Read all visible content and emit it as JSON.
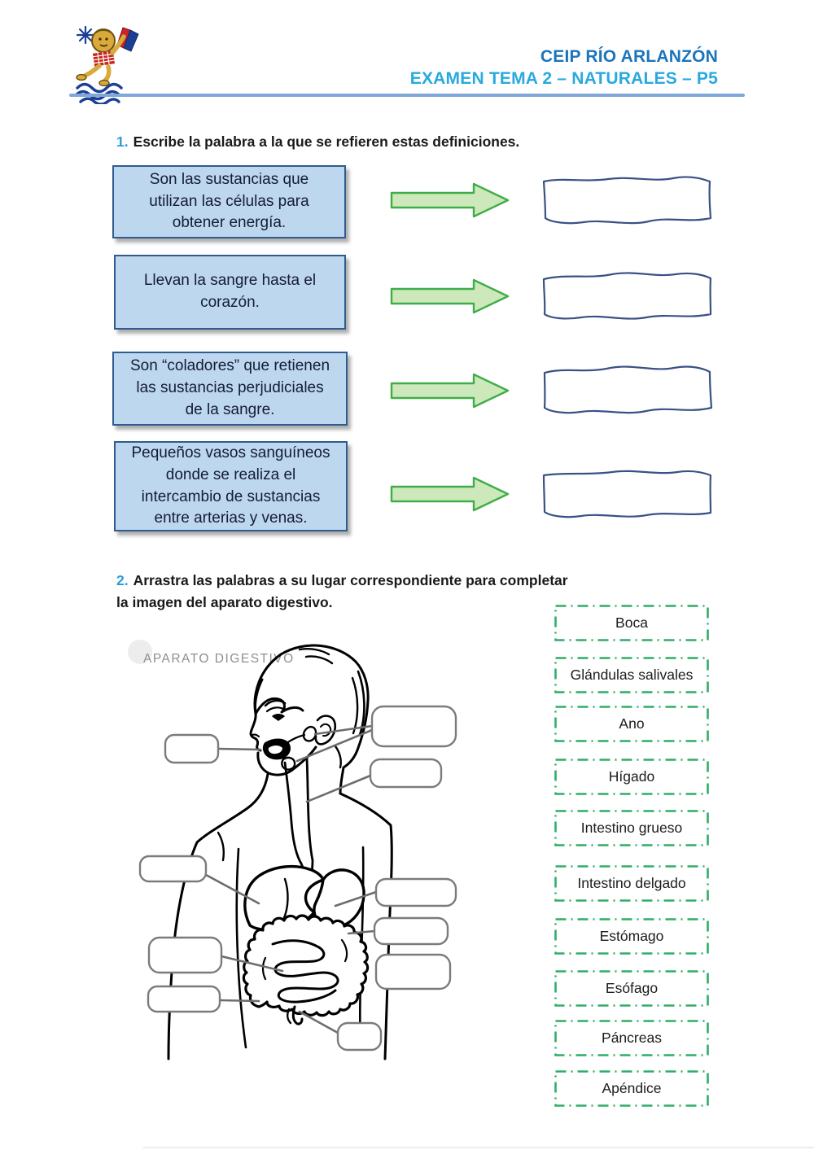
{
  "header": {
    "school_name": "CEIP RÍO ARLANZÓN",
    "exam_title": "EXAMEN TEMA 2 – NATURALES – P5"
  },
  "q1": {
    "number": "1.",
    "prompt": "Escribe la palabra a la que se refieren estas definiciones.",
    "definitions": [
      "Son las sustancias que utilizan las células para obtener energía.",
      "Llevan la sangre hasta el corazón.",
      "Son “coladores” que retienen las sustancias perjudiciales de la sangre.",
      "Pequeños vasos sanguíneos donde se realiza el intercambio de sustancias entre arterias y venas."
    ],
    "answers": [
      "",
      "",
      "",
      ""
    ]
  },
  "q2": {
    "number": "2.",
    "prompt": "Arrastra las palabras a su lugar correspondiente para completar la imagen del aparato digestivo.",
    "figure_title": "APARATO DIGESTIVO",
    "words": [
      "Boca",
      "Glándulas salivales",
      "Ano",
      "Hígado",
      "Intestino grueso",
      "Intestino delgado",
      "Estómago",
      "Esófago",
      "Páncreas",
      "Apéndice"
    ]
  },
  "colors": {
    "school_blue": "#1B75BC",
    "exam_cyan": "#29A9E0",
    "rule_blue": "#7FA8D9",
    "definition_fill": "#BDD7EE",
    "definition_border": "#2F5B8F",
    "arrow_fill": "#CDE8BA",
    "arrow_border": "#3FAE49",
    "answer_border": "#3A5185",
    "word_chip_border": "#2FAE67",
    "question_number_blue": "#2E9BD6"
  }
}
